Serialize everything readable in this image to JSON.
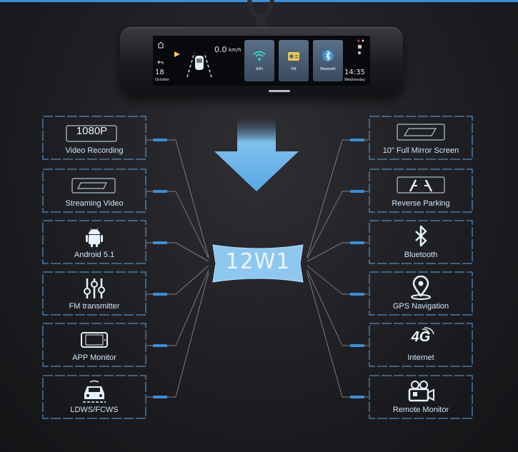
{
  "device": {
    "speed_value": "0.0",
    "speed_unit": "km/h",
    "date_day": "18",
    "date_month": "October",
    "time": "14:35",
    "weekday": "Wednesday",
    "tiles": [
      {
        "label": "WiFi",
        "icon": "wifi-icon"
      },
      {
        "label": "FM",
        "icon": "radio-icon"
      },
      {
        "label": "Bluetooth",
        "icon": "bluetooth-icon"
      }
    ]
  },
  "model": "12W1",
  "left_features": [
    {
      "label": "Video Recording",
      "icon": "1080p-badge-icon",
      "badge_text": "1080P"
    },
    {
      "label": "Streaming Video",
      "icon": "streaming-video-icon"
    },
    {
      "label": "Android 5.1",
      "icon": "android-icon"
    },
    {
      "label": "FM transmitter",
      "icon": "equalizer-icon"
    },
    {
      "label": "APP Monitor",
      "icon": "phone-icon"
    },
    {
      "label": "LDWS/FCWS",
      "icon": "car-warning-icon"
    }
  ],
  "right_features": [
    {
      "label": "10\" Full Mirror Screen",
      "icon": "mirror-screen-icon"
    },
    {
      "label": "Reverse Parking",
      "icon": "reverse-parking-icon"
    },
    {
      "label": "Bluetooth",
      "icon": "bluetooth-icon"
    },
    {
      "label": "GPS Navigation",
      "icon": "location-pin-icon"
    },
    {
      "label": "Internet",
      "icon": "4g-icon",
      "badge_text": "4G"
    },
    {
      "label": "Remote Monitor",
      "icon": "video-camera-icon"
    }
  ],
  "colors": {
    "accent": "#3a8fd6",
    "box_border": "#5aa8e8",
    "arrow_top": "#8cc8f2",
    "arrow_bottom": "#4b9fe0",
    "badge_fill": "#8fc9f0"
  }
}
